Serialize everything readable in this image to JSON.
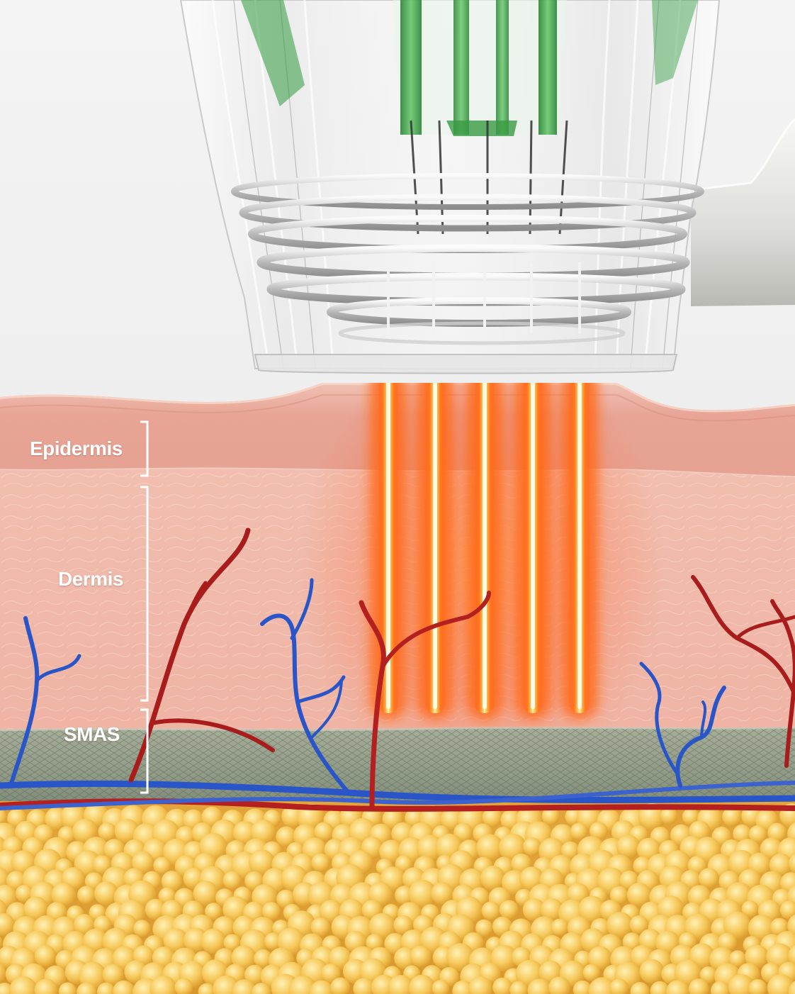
{
  "layers": {
    "epidermis_label": "Epidermis",
    "dermis_label": "Dermis",
    "smas_label": "SMAS"
  },
  "colors": {
    "background": "#ececec",
    "epidermis": "#e9a79b",
    "dermis": "#efb7a8",
    "smas": "#8e9a86",
    "fat": "#f3c355",
    "artery": "#b3201f",
    "vein": "#2a55c8",
    "beam_core": "#fff0a0",
    "beam_glow": "#ff6a1a",
    "applicator_ring": "#c9c9c9",
    "applicator_green": "#2f9a3c"
  },
  "icons": {
    "applicator": "ultrasound-applicator-icon",
    "beams": "energy-beam-icon"
  }
}
